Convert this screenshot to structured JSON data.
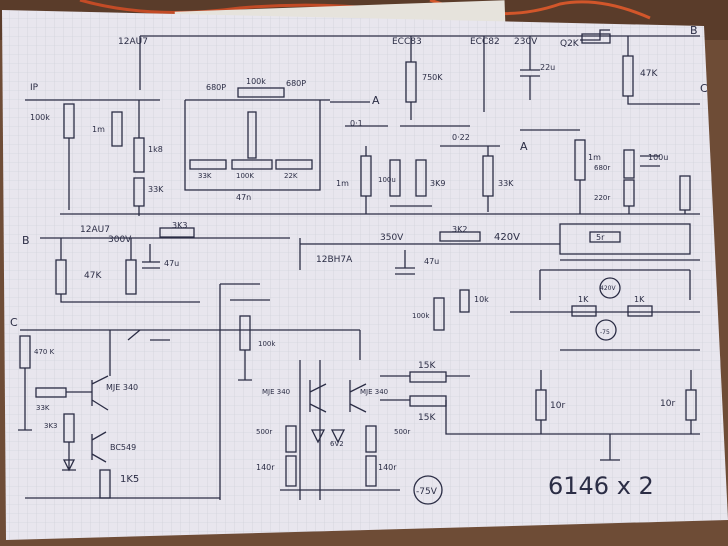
{
  "schematic": {
    "labels": [
      {
        "id": "ip",
        "text": "IP"
      },
      {
        "id": "v1",
        "text": "12AU7"
      },
      {
        "id": "v2",
        "text": "ECC83"
      },
      {
        "id": "v3",
        "text": "ECC82"
      },
      {
        "id": "hv1",
        "text": "230V"
      },
      {
        "id": "q2",
        "text": "Q2K"
      },
      {
        "id": "node_b_top",
        "text": "B"
      },
      {
        "id": "node_c_top",
        "text": "C"
      },
      {
        "id": "r100k_in",
        "text": "100k"
      },
      {
        "id": "r1m",
        "text": "1m"
      },
      {
        "id": "r1k8",
        "text": "1k8"
      },
      {
        "id": "r33k",
        "text": "33K"
      },
      {
        "id": "c680a",
        "text": "680P"
      },
      {
        "id": "r100k_tone",
        "text": "100k"
      },
      {
        "id": "c680b",
        "text": "680P"
      },
      {
        "id": "node_a",
        "text": "A"
      },
      {
        "id": "r33k_b",
        "text": "33K"
      },
      {
        "id": "r100k_b",
        "text": "100K"
      },
      {
        "id": "r22k",
        "text": "22K"
      },
      {
        "id": "c47n",
        "text": "47n"
      },
      {
        "id": "r750k",
        "text": "750K"
      },
      {
        "id": "c22u",
        "text": "22u"
      },
      {
        "id": "r47k",
        "text": "47K"
      },
      {
        "id": "c01",
        "text": "0·1"
      },
      {
        "id": "c022",
        "text": "0·22"
      },
      {
        "id": "node_a2",
        "text": "A"
      },
      {
        "id": "r1m_b",
        "text": "1m"
      },
      {
        "id": "c100u",
        "text": "100u"
      },
      {
        "id": "r3k9",
        "text": "3K9"
      },
      {
        "id": "r33k_c",
        "text": "33K"
      },
      {
        "id": "r1m_c",
        "text": "1m"
      },
      {
        "id": "r680r",
        "text": "680r"
      },
      {
        "id": "c100u_b",
        "text": "100u"
      },
      {
        "id": "r220r",
        "text": "220r"
      },
      {
        "id": "node_b_left",
        "text": "B"
      },
      {
        "id": "v4",
        "text": "12AU7"
      },
      {
        "id": "hv2",
        "text": "300V"
      },
      {
        "id": "r3k3",
        "text": "3K3"
      },
      {
        "id": "r47k_b",
        "text": "47K"
      },
      {
        "id": "c47u",
        "text": "47u"
      },
      {
        "id": "v5",
        "text": "12BH7A"
      },
      {
        "id": "hv3",
        "text": "350V"
      },
      {
        "id": "r3k2",
        "text": "3K2"
      },
      {
        "id": "hv4",
        "text": "420V"
      },
      {
        "id": "c47u_b",
        "text": "47u"
      },
      {
        "id": "r5r",
        "text": "5r"
      },
      {
        "id": "r10k",
        "text": "10k"
      },
      {
        "id": "r100k_c",
        "text": "100k"
      },
      {
        "id": "r100k_d",
        "text": "100k"
      },
      {
        "id": "node_c_left",
        "text": "C"
      },
      {
        "id": "r470k",
        "text": "470 K"
      },
      {
        "id": "r33k_d",
        "text": "33K"
      },
      {
        "id": "q_mje340",
        "text": "MJE 340"
      },
      {
        "id": "r3k3_b",
        "text": "3K3"
      },
      {
        "id": "q_bc549",
        "text": "BC549"
      },
      {
        "id": "r1k5",
        "text": "1K5"
      },
      {
        "id": "q_mje340_b",
        "text": "MJE 340"
      },
      {
        "id": "q_mje340_c",
        "text": "MJE 340"
      },
      {
        "id": "z6v2",
        "text": "6V2"
      },
      {
        "id": "r500r_a",
        "text": "500r"
      },
      {
        "id": "r500r_b",
        "text": "500r"
      },
      {
        "id": "r140r_a",
        "text": "140r"
      },
      {
        "id": "r140r_b",
        "text": "140r"
      },
      {
        "id": "neg75",
        "text": "-75V"
      },
      {
        "id": "r15k_a",
        "text": "15K"
      },
      {
        "id": "r15k_b",
        "text": "15K"
      },
      {
        "id": "r10r_a",
        "text": "10r"
      },
      {
        "id": "r10r_b",
        "text": "10r"
      },
      {
        "id": "hv5",
        "text": "420V"
      },
      {
        "id": "r1k_a",
        "text": "1K"
      },
      {
        "id": "r1k_b",
        "text": "1K"
      },
      {
        "id": "neg75b",
        "text": "-75"
      },
      {
        "id": "tube_label",
        "text": "6146 x 2"
      }
    ]
  }
}
